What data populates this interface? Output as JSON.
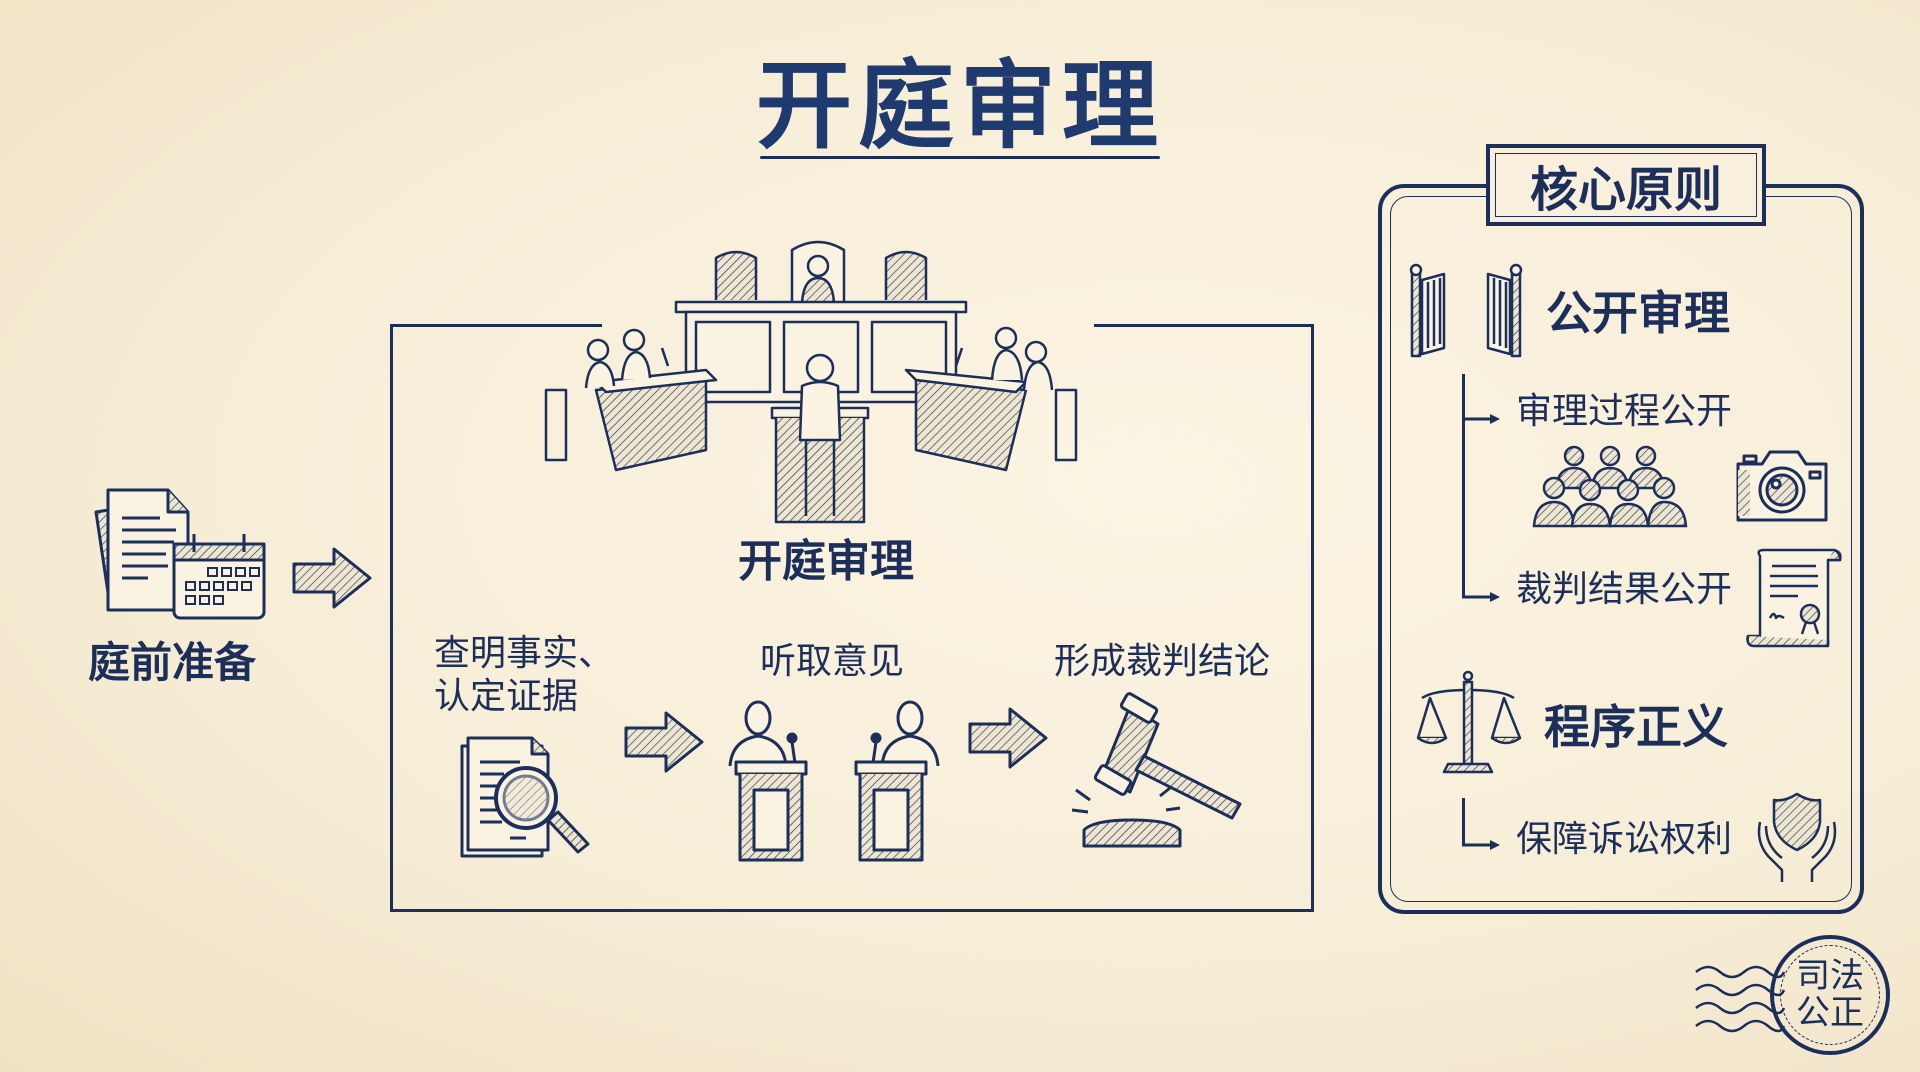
{
  "title": "开庭审理",
  "pre_trial": {
    "label": "庭前准备",
    "icon": "documents-calendar-icon"
  },
  "main_stage": {
    "label": "开庭审理",
    "illustration": "courtroom-scene",
    "steps": [
      {
        "label_line1": "查明事实、",
        "label_line2": "认定证据",
        "icon": "document-magnifier-icon"
      },
      {
        "label_line1": "听取意见",
        "label_line2": "",
        "icon": "debate-podiums-icon"
      },
      {
        "label_line1": "形成裁判结论",
        "label_line2": "",
        "icon": "gavel-icon"
      }
    ]
  },
  "principles": {
    "title": "核心原则",
    "groups": [
      {
        "heading": "公开审理",
        "icon": "open-doors-icon",
        "items": [
          {
            "label": "审理过程公开",
            "icons": [
              "audience-icon",
              "camera-icon"
            ]
          },
          {
            "label": "裁判结果公开",
            "icons": [
              "certificate-scroll-icon"
            ]
          }
        ]
      },
      {
        "heading": "程序正义",
        "icon": "scales-of-justice-icon",
        "items": [
          {
            "label": "保障诉讼权利",
            "icons": [
              "hands-shield-icon"
            ]
          }
        ]
      }
    ]
  },
  "stamp": {
    "line1": "司法",
    "line2": "公正"
  },
  "colors": {
    "ink": "#1c2f5a",
    "paper": "#f7eed8",
    "title": "#1f3a6e"
  }
}
